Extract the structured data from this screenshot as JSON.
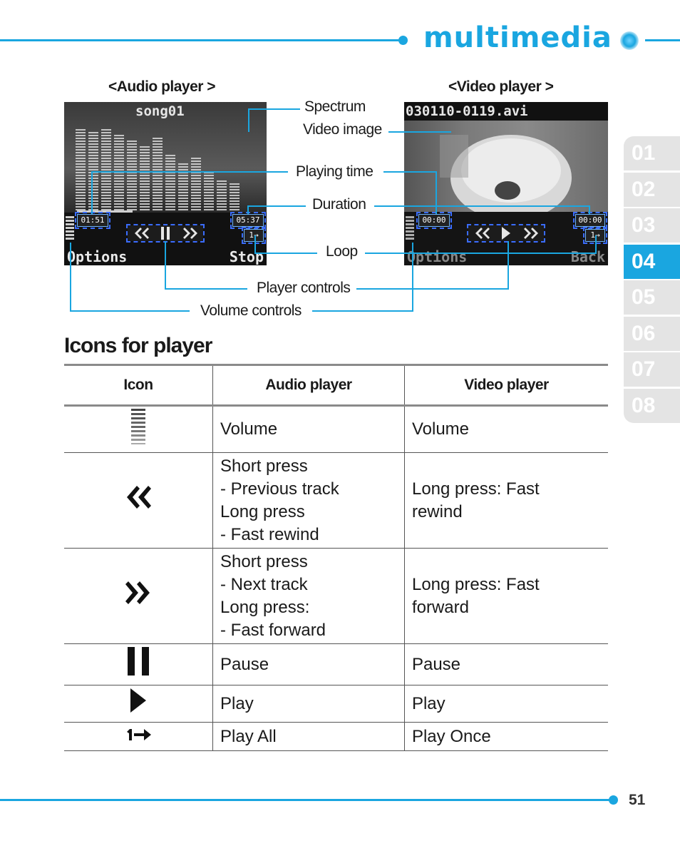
{
  "header": {
    "section_title": "multimedia"
  },
  "chapter_tabs": [
    "01",
    "02",
    "03",
    "04",
    "05",
    "06",
    "07",
    "08"
  ],
  "active_tab": "04",
  "audio_screen": {
    "caption": "<Audio player >",
    "title": "song01",
    "playing_time": "01:51",
    "duration": "05:37",
    "loop_icon": "1→",
    "left_softkey": "Options",
    "right_softkey": "Stop"
  },
  "video_screen": {
    "caption": "<Video player >",
    "title": "030110-0119.avi",
    "playing_time": "00:00",
    "duration": "00:00",
    "loop_icon": "1→",
    "left_softkey": "Options",
    "right_softkey": "Back"
  },
  "callouts": {
    "spectrum": "Spectrum",
    "video_image": "Video image",
    "playing_time": "Playing time",
    "duration": "Duration",
    "loop": "Loop",
    "player_controls": "Player controls",
    "volume_controls": "Volume controls"
  },
  "table": {
    "heading": "Icons for player",
    "columns": [
      "Icon",
      "Audio player",
      "Video player"
    ],
    "rows": [
      {
        "icon": "volume-icon",
        "audio": [
          "Volume"
        ],
        "video": [
          "Volume"
        ]
      },
      {
        "icon": "rewind-icon",
        "audio": [
          "Short press",
          "- Previous track",
          "Long press",
          "- Fast rewind"
        ],
        "video": [
          "Long press: Fast",
          "rewind"
        ]
      },
      {
        "icon": "forward-icon",
        "audio": [
          "Short press",
          "- Next track",
          "Long press:",
          "- Fast forward"
        ],
        "video": [
          "Long press: Fast",
          "forward"
        ]
      },
      {
        "icon": "pause-icon",
        "audio": [
          "Pause"
        ],
        "video": [
          "Pause"
        ]
      },
      {
        "icon": "play-icon",
        "audio": [
          "Play"
        ],
        "video": [
          "Play"
        ]
      },
      {
        "icon": "loop-icon",
        "audio": [
          "Play All"
        ],
        "video": [
          "Play Once"
        ]
      }
    ]
  },
  "colors": {
    "accent": "#1aa6e0",
    "tab_inactive": "#e4e4e4"
  },
  "page_number": "51"
}
